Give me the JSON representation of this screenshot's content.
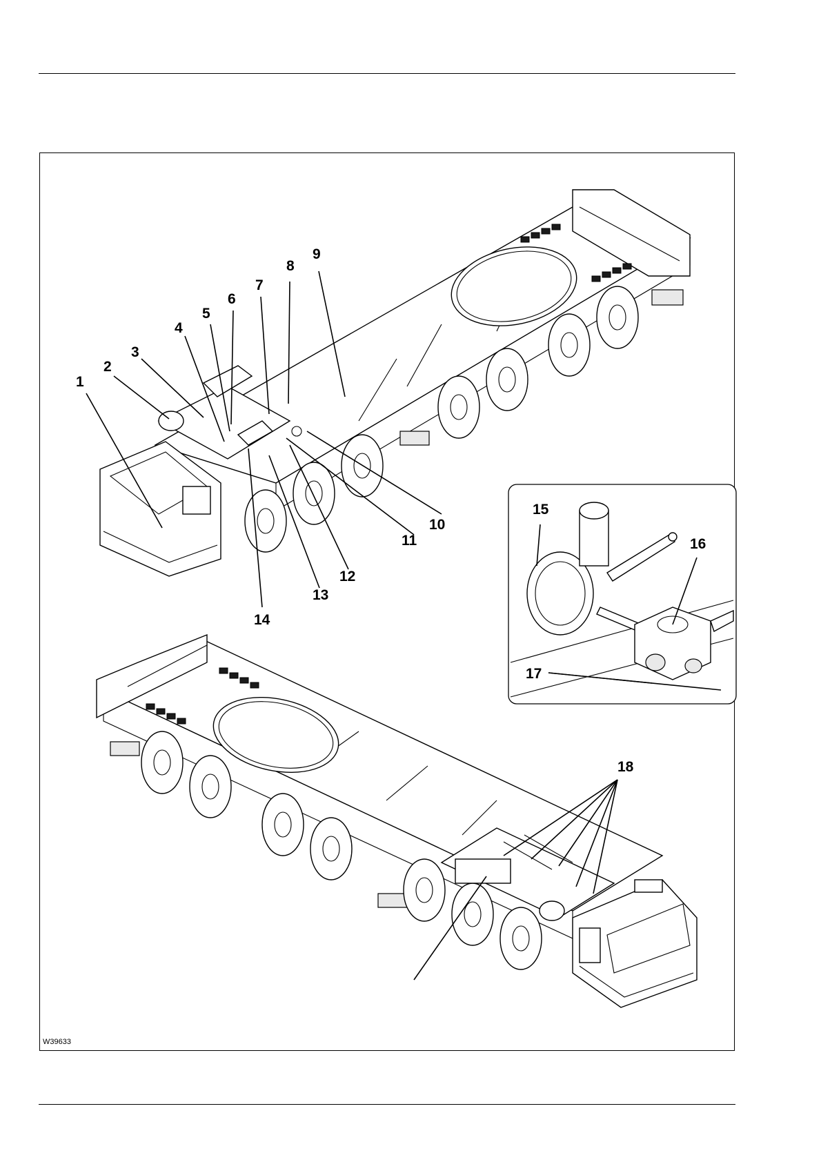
{
  "figure": {
    "id_label": "W39633"
  },
  "callouts": [
    {
      "num": "1",
      "part": "part-1"
    },
    {
      "num": "2",
      "part": "part-2"
    },
    {
      "num": "3",
      "part": "part-3"
    },
    {
      "num": "4",
      "part": "part-4"
    },
    {
      "num": "5",
      "part": "part-5"
    },
    {
      "num": "6",
      "part": "part-6"
    },
    {
      "num": "7",
      "part": "part-7"
    },
    {
      "num": "8",
      "part": "part-8"
    },
    {
      "num": "9",
      "part": "part-9"
    },
    {
      "num": "10",
      "part": "part-10"
    },
    {
      "num": "11",
      "part": "part-11"
    },
    {
      "num": "12",
      "part": "part-12"
    },
    {
      "num": "13",
      "part": "part-13"
    },
    {
      "num": "14",
      "part": "part-14"
    },
    {
      "num": "15",
      "part": "part-15"
    },
    {
      "num": "16",
      "part": "part-16"
    },
    {
      "num": "17",
      "part": "part-17"
    },
    {
      "num": "18",
      "part": "part-18"
    }
  ]
}
